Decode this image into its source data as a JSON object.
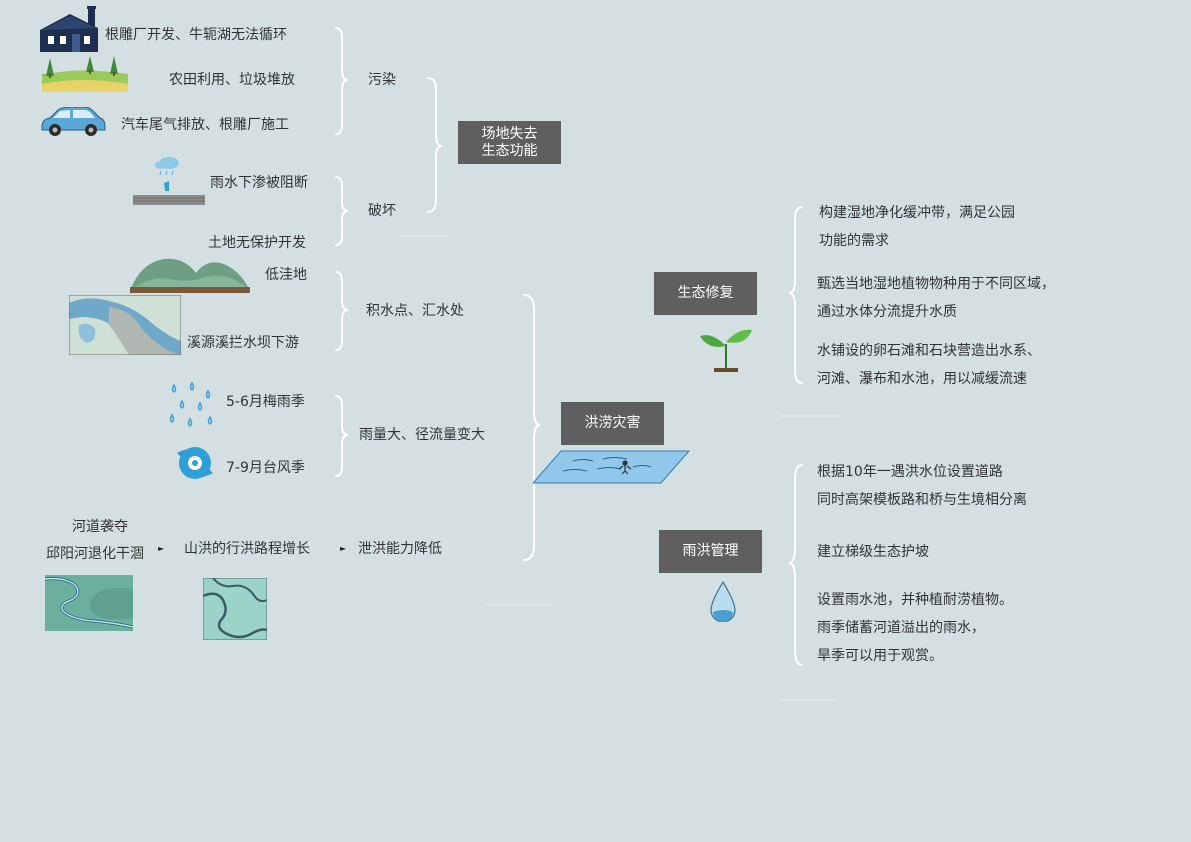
{
  "colors": {
    "background": "#d4dfe1",
    "box": "#5f5f5f",
    "box_text": "#ffffff",
    "text": "#333333"
  },
  "nodes": {
    "site_loss": "场地失去\n生态功能",
    "eco_repair": "生态修复",
    "flood_disaster": "洪涝灾害",
    "storm_mgmt": "雨洪管理"
  },
  "pollution": {
    "label": "污染",
    "items": [
      "根雕厂开发、牛轭湖无法循环",
      "农田利用、垃圾堆放",
      "汽车尾气排放、根雕厂施工"
    ]
  },
  "damage": {
    "label": "破坏",
    "items": [
      "雨水下渗被阻断",
      "土地无保护开发"
    ]
  },
  "waterlog": {
    "label": "积水点、汇水处",
    "items": [
      "低洼地",
      "溪源溪拦水坝下游"
    ]
  },
  "rain": {
    "label": "雨量大、径流量变大",
    "items": [
      "5-6月梅雨季",
      "7-9月台风季"
    ]
  },
  "river": {
    "items": [
      "河道袭夺",
      "邱阳河退化干涸"
    ],
    "mid": "山洪的行洪路程增长",
    "end": "泄洪能力降低"
  },
  "eco_repair_items": [
    "构建湿地净化缓冲带，满足公园",
    "功能的需求",
    "甄选当地湿地植物物种用于不同区域，",
    "通过水体分流提升水质",
    "水铺设的卵石滩和石块营造出水系、",
    "河滩、瀑布和水池，用以减缓流速"
  ],
  "storm_items": [
    "根据10年一遇洪水位设置道路",
    "同时高架模板路和桥与生境相分离",
    "建立梯级生态护坡",
    "设置雨水池，并种植耐涝植物。",
    "雨季储蓄河道溢出的雨水，",
    "旱季可以用于观赏。"
  ],
  "icons": [
    "factory-icon",
    "farmland-icon",
    "car-icon",
    "rain-ground-icon",
    "hills-icon",
    "map-icon",
    "raindrops-icon",
    "typhoon-icon",
    "river-icon",
    "river-map-icon",
    "flood-icon",
    "sprout-icon",
    "water-drop-icon"
  ]
}
